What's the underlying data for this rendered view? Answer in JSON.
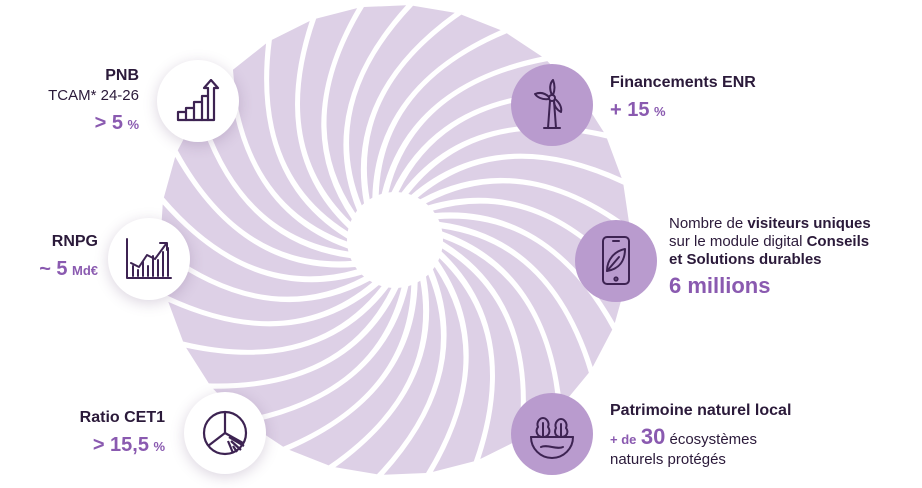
{
  "colors": {
    "accent": "#8a5ab0",
    "swirl": "#ddd0e6",
    "icon_dark": "#3d2352",
    "purple_circle": "#b99bce"
  },
  "pnb": {
    "label": "PNB",
    "sub": "TCAM* 24-26",
    "value": "> 5",
    "unit": "%",
    "icon": "growth-chart-icon"
  },
  "rnpg": {
    "label": "RNPG",
    "value": "~ 5",
    "unit": "Md€",
    "icon": "bar-line-chart-icon"
  },
  "ratio": {
    "label": "Ratio CET1",
    "value": "> 15,5",
    "unit": "%",
    "icon": "pie-chart-icon"
  },
  "enr": {
    "label": "Financements ENR",
    "value": "+ 15",
    "unit": "%",
    "icon": "wind-turbine-icon"
  },
  "visiteurs": {
    "line1_a": "Nombre de ",
    "line1_b": "visiteurs uniques",
    "line2_a": "sur le module digital ",
    "line2_b": "Conseils",
    "line3": "et Solutions durables",
    "value": "6 millions",
    "icon": "phone-leaf-icon"
  },
  "patrimoine": {
    "label": "Patrimoine naturel local",
    "prefix": "+ de",
    "value": "30",
    "suffix": " écosystèmes",
    "line2": "naturels protégés",
    "icon": "forest-globe-icon"
  }
}
